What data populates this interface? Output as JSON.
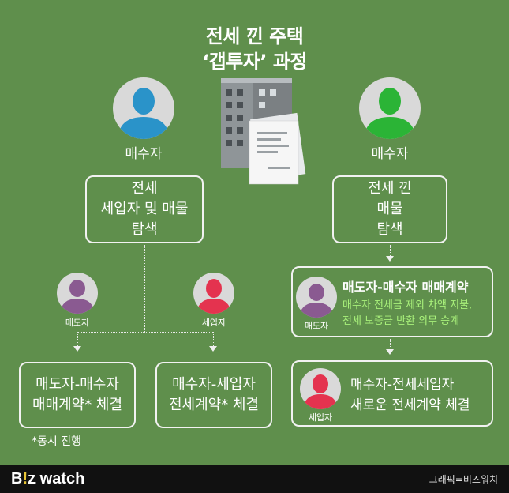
{
  "title": {
    "line1": "전세 낀 주택",
    "line2": "‘갭투자’ 과정"
  },
  "left": {
    "buyer_label": "매수자",
    "search_box": [
      "전세",
      "세입자 및 매물",
      "탐색"
    ],
    "seller_label": "매도자",
    "tenant_label": "세입자",
    "box1": [
      "매도자-매수자",
      "매매계약* 체결"
    ],
    "box2": [
      "매수자-세입자",
      "전세계약* 체결"
    ],
    "note": "*동시 진행"
  },
  "right": {
    "buyer_label": "매수자",
    "search_box": [
      "전세 낀",
      "매물",
      "탐색"
    ],
    "contract_box": {
      "title": "매도자-매수자 매매계약",
      "detail1": "매수자 전세금 제외 차액 지불,",
      "detail2": "전세 보증금 반환 의무 승계",
      "avatar_label": "매도자"
    },
    "tenant_box": {
      "line1": "매수자-전세세입자",
      "line2": "새로운 전세계약 체결",
      "avatar_label": "세입자"
    }
  },
  "colors": {
    "background": "#5f8f4c",
    "buyer_left": "#2a93c9",
    "buyer_right": "#2bb436",
    "seller": "#8a5a91",
    "tenant": "#e4334f",
    "highlight": "#a8f07a"
  },
  "footer": {
    "logo_b": "B",
    "logo_i": "!",
    "logo_z": "z",
    "logo_watch": " watch",
    "credit": "그래픽=비즈워치"
  }
}
